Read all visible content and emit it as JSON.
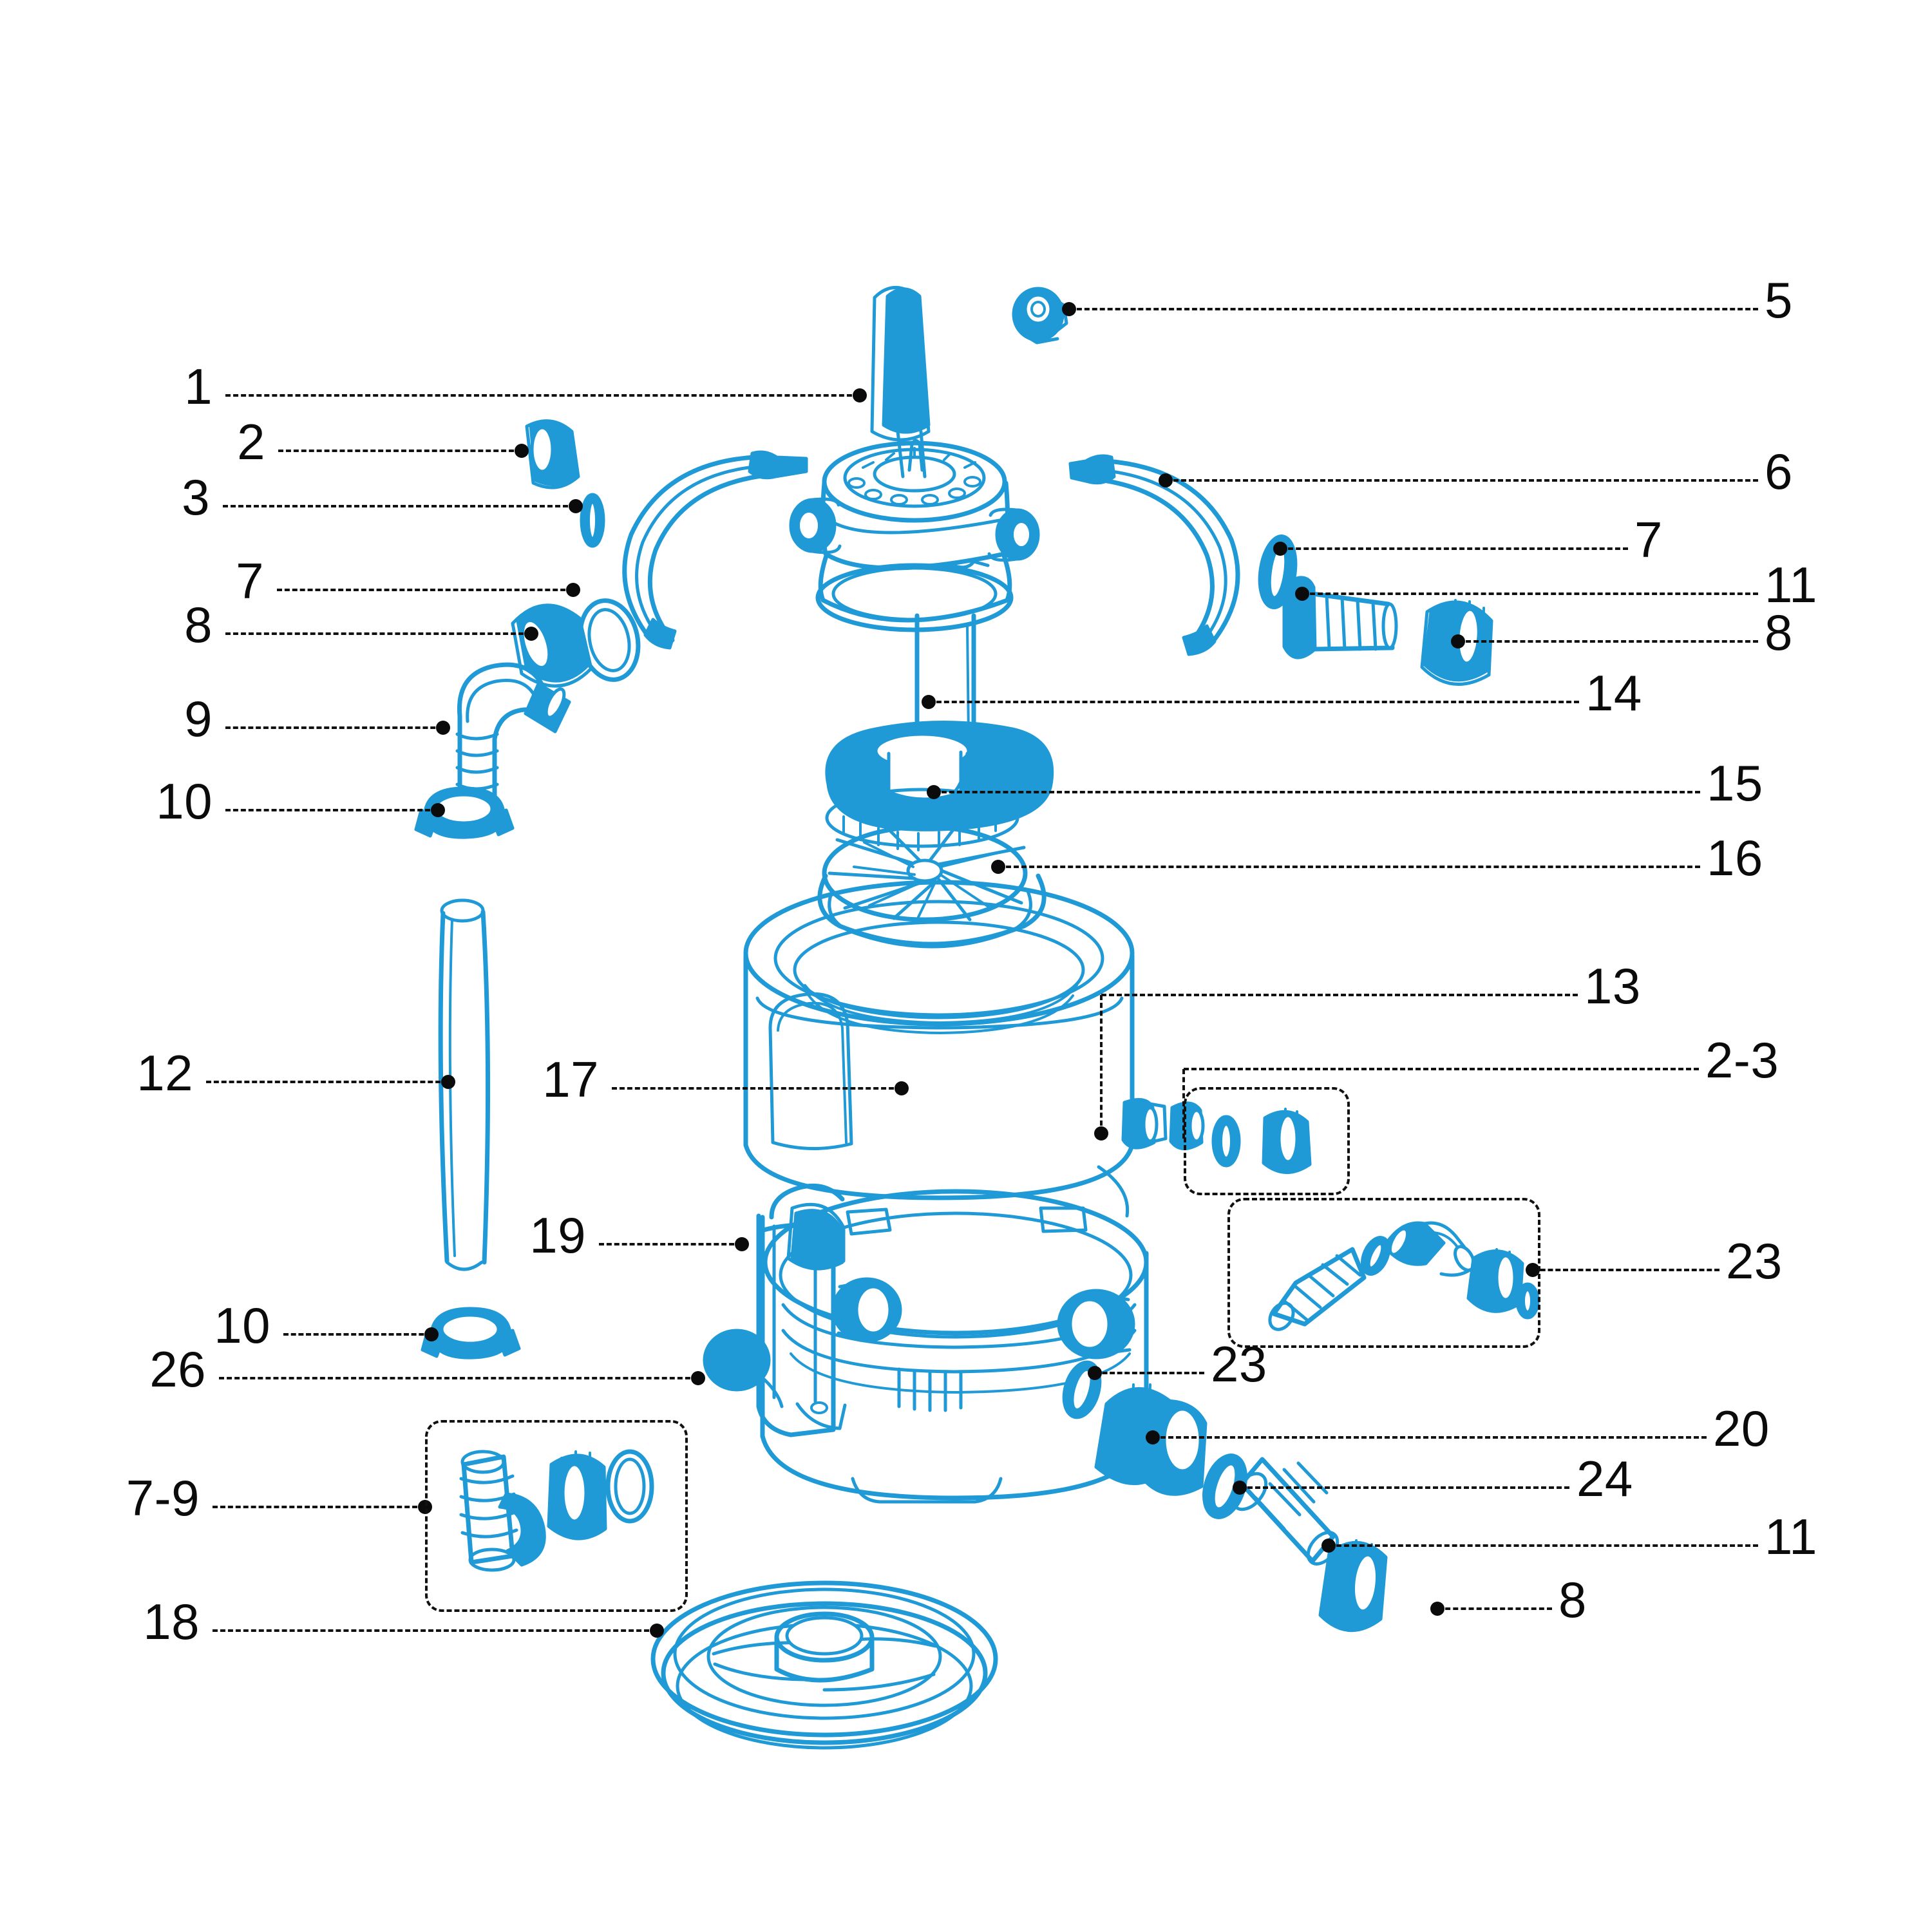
{
  "diagram": {
    "title": "Sand filter exploded parts diagram",
    "accent_color": "#1f9ad6",
    "line_color": "#111111",
    "background": "#ffffff"
  },
  "callouts": [
    {
      "id": "c-5",
      "label": "5",
      "side": "right"
    },
    {
      "id": "c-1",
      "label": "1",
      "side": "left"
    },
    {
      "id": "c-2",
      "label": "2",
      "side": "left"
    },
    {
      "id": "c-3",
      "label": "3",
      "side": "left"
    },
    {
      "id": "c-6",
      "label": "6",
      "side": "right"
    },
    {
      "id": "c-7r",
      "label": "7",
      "side": "right"
    },
    {
      "id": "c-7l",
      "label": "7",
      "side": "left"
    },
    {
      "id": "c-11a",
      "label": "11",
      "side": "right"
    },
    {
      "id": "c-8l",
      "label": "8",
      "side": "left"
    },
    {
      "id": "c-8r",
      "label": "8",
      "side": "right"
    },
    {
      "id": "c-9",
      "label": "9",
      "side": "left"
    },
    {
      "id": "c-14",
      "label": "14",
      "side": "right"
    },
    {
      "id": "c-10a",
      "label": "10",
      "side": "left"
    },
    {
      "id": "c-15",
      "label": "15",
      "side": "right"
    },
    {
      "id": "c-16",
      "label": "16",
      "side": "right"
    },
    {
      "id": "c-13",
      "label": "13",
      "side": "right"
    },
    {
      "id": "c-12",
      "label": "12",
      "side": "left"
    },
    {
      "id": "c-17",
      "label": "17",
      "side": "left"
    },
    {
      "id": "c-23b",
      "label": "2-3",
      "side": "right"
    },
    {
      "id": "c-19",
      "label": "19",
      "side": "left"
    },
    {
      "id": "c-23r",
      "label": "23",
      "side": "right"
    },
    {
      "id": "c-10b",
      "label": "10",
      "side": "left"
    },
    {
      "id": "c-26",
      "label": "26",
      "side": "left"
    },
    {
      "id": "c-23m",
      "label": "23",
      "side": "right"
    },
    {
      "id": "c-20",
      "label": "20",
      "side": "right"
    },
    {
      "id": "c-79",
      "label": "7-9",
      "side": "left"
    },
    {
      "id": "c-24",
      "label": "24",
      "side": "right"
    },
    {
      "id": "c-11b",
      "label": "11",
      "side": "right"
    },
    {
      "id": "c-18",
      "label": "18",
      "side": "left"
    },
    {
      "id": "c-8b",
      "label": "8",
      "side": "right"
    }
  ],
  "parts": [
    {
      "ref": "1",
      "name": "multiport-valve-head"
    },
    {
      "ref": "2",
      "name": "knurled-nut"
    },
    {
      "ref": "3",
      "name": "o-ring-small"
    },
    {
      "ref": "5",
      "name": "pressure-gauge-plug"
    },
    {
      "ref": "6",
      "name": "clamp-band-right"
    },
    {
      "ref": "7",
      "name": "flat-gasket"
    },
    {
      "ref": "8",
      "name": "union-nut"
    },
    {
      "ref": "9",
      "name": "hose-barb-tail"
    },
    {
      "ref": "10",
      "name": "hose-clamp"
    },
    {
      "ref": "11",
      "name": "hose-adapter-barb"
    },
    {
      "ref": "12",
      "name": "flexible-hose"
    },
    {
      "ref": "13",
      "name": "drain-port-nipple"
    },
    {
      "ref": "14",
      "name": "standpipe"
    },
    {
      "ref": "15",
      "name": "upper-diffuser"
    },
    {
      "ref": "16",
      "name": "lateral-assembly"
    },
    {
      "ref": "17",
      "name": "filter-tank-body"
    },
    {
      "ref": "18",
      "name": "tank-base-plate"
    },
    {
      "ref": "19",
      "name": "tank-foot-bracket"
    },
    {
      "ref": "20",
      "name": "elbow-union-nut"
    },
    {
      "ref": "23",
      "name": "hose-connection-kit"
    },
    {
      "ref": "24",
      "name": "connector-o-ring"
    },
    {
      "ref": "26",
      "name": "drain-cap"
    },
    {
      "ref": "2-3",
      "name": "nut-and-oring-set"
    },
    {
      "ref": "7-9",
      "name": "gasket-nut-tail-set"
    }
  ]
}
